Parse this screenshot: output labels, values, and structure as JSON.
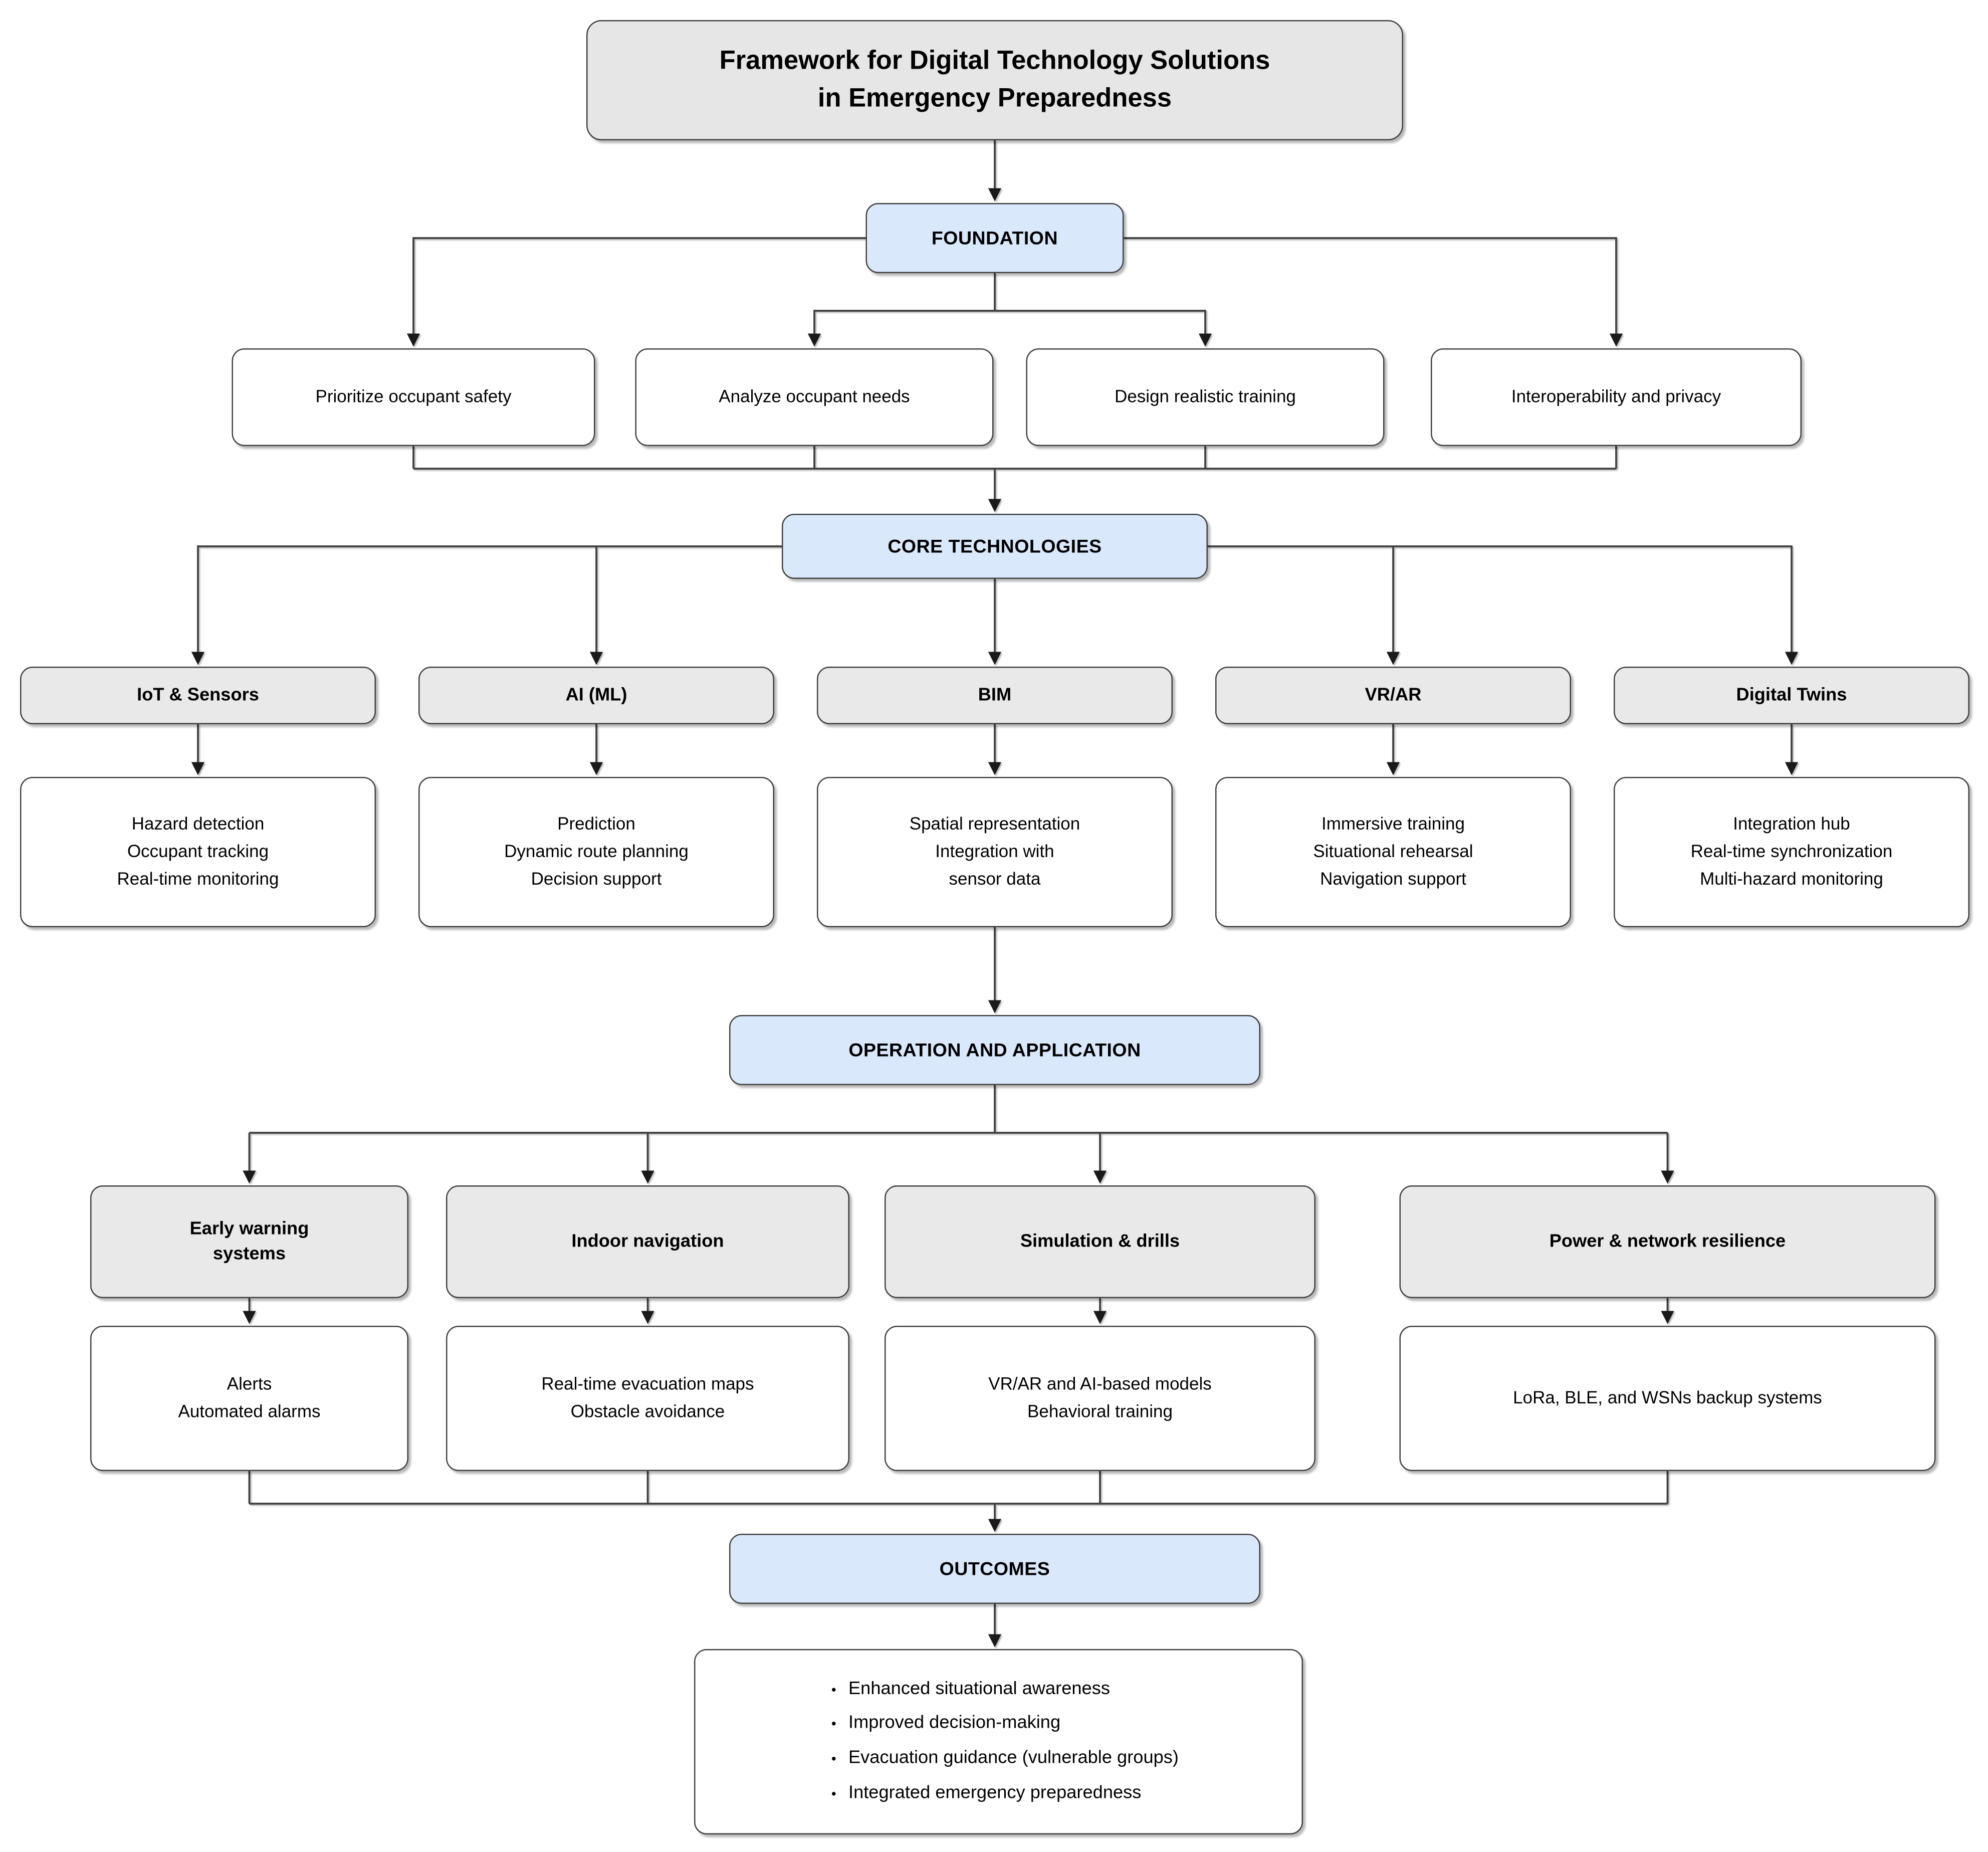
{
  "title": "Framework for Digital Technology Solutions\nin Emergency Preparedness",
  "stages": {
    "foundation": "FOUNDATION",
    "core_technologies": "CORE TECHNOLOGIES",
    "operation_application": "OPERATION AND APPLICATION",
    "outcomes": "OUTCOMES"
  },
  "foundation_principles": [
    "Prioritize occupant safety",
    "Analyze occupant needs",
    "Design realistic training",
    "Interoperability and privacy"
  ],
  "core_technologies": [
    {
      "name": "IoT & Sensors",
      "capabilities": [
        "Hazard detection",
        "Occupant tracking",
        "Real-time monitoring"
      ]
    },
    {
      "name": "AI (ML)",
      "capabilities": [
        "Prediction",
        "Dynamic route planning",
        "Decision support"
      ]
    },
    {
      "name": "BIM",
      "capabilities": [
        "Spatial representation",
        "Integration with",
        "sensor data"
      ]
    },
    {
      "name": "VR/AR",
      "capabilities": [
        "Immersive training",
        "Situational rehearsal",
        "Navigation support"
      ]
    },
    {
      "name": "Digital Twins",
      "capabilities": [
        "Integration hub",
        "Real-time synchronization",
        "Multi-hazard monitoring"
      ]
    }
  ],
  "applications": [
    {
      "name": "Early warning\nsystems",
      "details": [
        "Alerts",
        "Automated alarms"
      ]
    },
    {
      "name": "Indoor navigation",
      "details": [
        "Real-time evacuation maps",
        "Obstacle avoidance"
      ]
    },
    {
      "name": "Simulation & drills",
      "details": [
        "VR/AR and AI-based models",
        "Behavioral training"
      ]
    },
    {
      "name": "Power & network resilience",
      "details": [
        "LoRa, BLE, and WSNs backup systems"
      ]
    }
  ],
  "outcome_items": [
    "Enhanced situational awareness",
    "Improved decision-making",
    "Evacuation guidance (vulnerable groups)",
    "Integrated emergency preparedness"
  ],
  "colors": {
    "stage_fill": "#dae8fc",
    "header_fill": "#e9e9e9",
    "title_fill": "#e6e6e6",
    "detail_fill": "#ffffff",
    "box_border": "#404040",
    "line_color": "#404040"
  }
}
